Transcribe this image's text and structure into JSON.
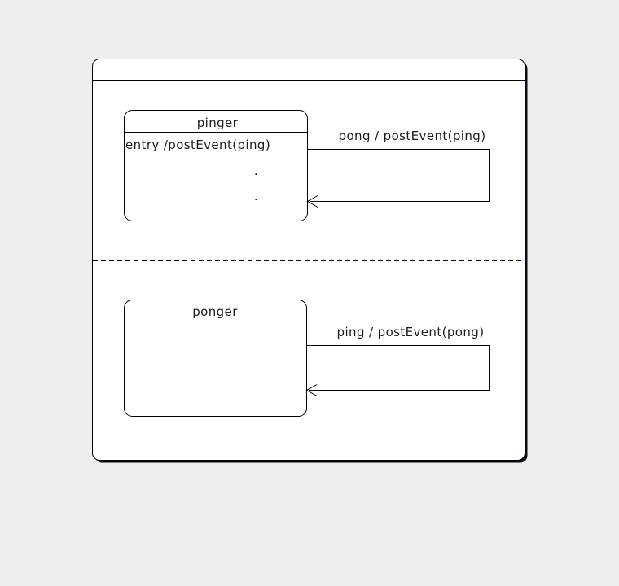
{
  "diagram": {
    "kind": "uml-statechart",
    "colors": {
      "background": "#eeeeee",
      "surface": "#ffffff",
      "line": "#000000",
      "shadow": "#0a0a12",
      "text": "#1c1c1c"
    },
    "frame": {
      "title": ""
    },
    "states": [
      {
        "name": "pinger",
        "internal_action": "entry /postEvent(ping)",
        "ellipsis_dot_1": ".",
        "ellipsis_dot_2": "."
      },
      {
        "name": "ponger",
        "internal_action": ""
      }
    ],
    "transitions": [
      {
        "label": "pong / postEvent(ping)"
      },
      {
        "label": "ping / postEvent(pong)"
      }
    ]
  }
}
